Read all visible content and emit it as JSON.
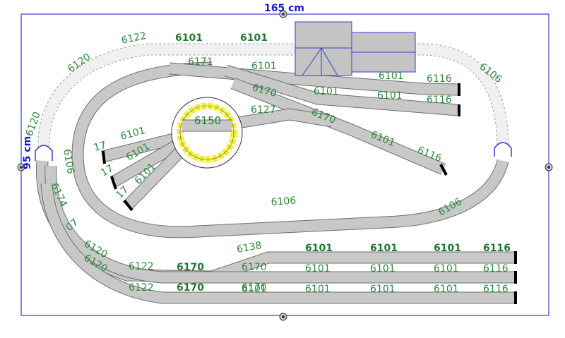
{
  "dimensions": {
    "width": "165 cm",
    "height": "95 cm"
  },
  "labels": {
    "l6122a": "6122",
    "l6101a": "6101",
    "l6101b": "6101",
    "l6120a": "6120",
    "l6120b": "6120",
    "l6106a": "6106",
    "l6171": "6171",
    "l6101c": "6101",
    "l6101d": "6101",
    "l6116a": "6116",
    "l6170a": "6170",
    "l6101e": "6101",
    "l6101f": "6101",
    "l6116b": "6116",
    "l6127": "6127",
    "l6170b": "6170",
    "l6150": "6150",
    "l6101g": "6101",
    "l6116c": "6116",
    "l17a": "17",
    "l6101h": "6101",
    "l17b": "17",
    "l6101i": "6101",
    "l17c": "17",
    "l6101j": "6101",
    "l6106b": "6106",
    "l6106c": "6106",
    "l6106d": "6106",
    "l6174": "6174",
    "l07": "07",
    "l6120c": "6120",
    "l6120d": "6120",
    "l6122b": "6122",
    "l6122c": "6122",
    "l6138": "6138",
    "l6170c": "6170",
    "l6170d": "6170",
    "l6170e": "6170",
    "l6170f": "6170",
    "l6101k": "6101",
    "l6101l": "6101",
    "l6101m": "6101",
    "l6116d": "6116",
    "l6101n": "6101",
    "l6101o": "6101",
    "l6101p": "6101",
    "l6116e": "6116",
    "l6101q": "6101",
    "l6101r": "6101",
    "l6101s": "6101",
    "l6101t": "6101",
    "l6116f": "6116"
  },
  "colors": {
    "border": "#3a3ad0",
    "track_gray": "#c8c8c8",
    "label_green": "#2a8a3a",
    "turntable_yellow": "#f2ee22",
    "building_fill": "#c4c4c4"
  }
}
